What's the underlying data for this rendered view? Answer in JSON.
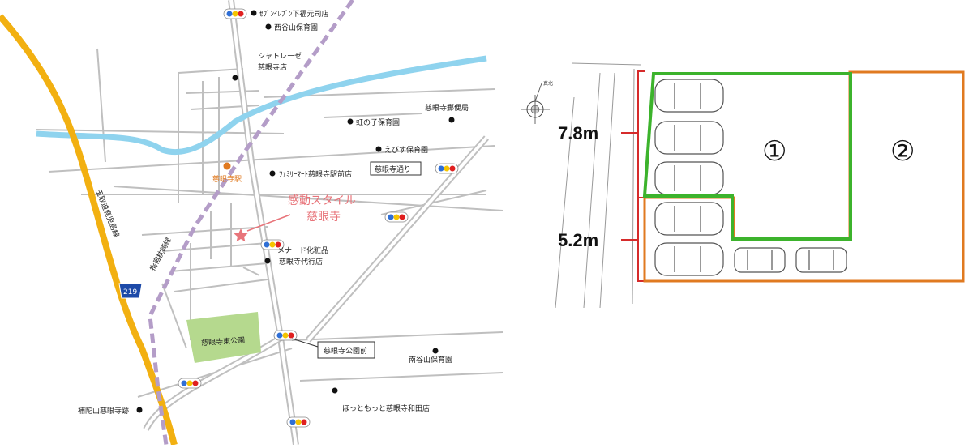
{
  "map": {
    "labels": {
      "seven_eleven": "ｾﾌﾞﾝｲﾚﾌﾞﾝ下福元司店",
      "nishitaniyama_nursery": "西谷山保育園",
      "chateraise_line1": "シャトレーゼ",
      "chateraise_line2": "慈眼寺店",
      "niji_nursery": "虹の子保育園",
      "post_office": "慈眼寺郵便局",
      "ebisu_nursery": "えびす保育園",
      "station": "慈眼寺駅",
      "familymart": "ﾌｧﾐﾘｰﾏｰﾄ慈眼寺駅前店",
      "jigenji_street": "慈眼寺通り",
      "target_line1": "感動スタイル",
      "target_line2": "慈眼寺",
      "menard_line1": "メナード化粧品",
      "menard_line2": "慈眼寺代行店",
      "park": "慈眼寺東公園",
      "park_intersection": "慈眼寺公園前",
      "minamitaniyama_nursery": "南谷山保育園",
      "hottomotto": "ほっともっと慈眼寺和田店",
      "jigenji_ruins": "補陀山慈眼寺跡",
      "route_shield": "219",
      "railway": "指宿枕崎線",
      "prefectural_road": "玉取迫鹿児島線"
    },
    "colors": {
      "main_road": "#f2b011",
      "railway": "#b49dc8",
      "river": "#8fd3ee",
      "park": "#b5d98e",
      "roads": "#bfbfbf",
      "station": "#e07a20",
      "target": "#e8747a"
    }
  },
  "plan": {
    "compass_label": "真北",
    "measure_top": "7.8m",
    "measure_bottom": "5.2m",
    "lot1": "①",
    "lot2": "②",
    "colors": {
      "lot1_border": "#3cb32c",
      "lot2_border": "#e07a20",
      "measure_line": "#d62b2b"
    }
  }
}
